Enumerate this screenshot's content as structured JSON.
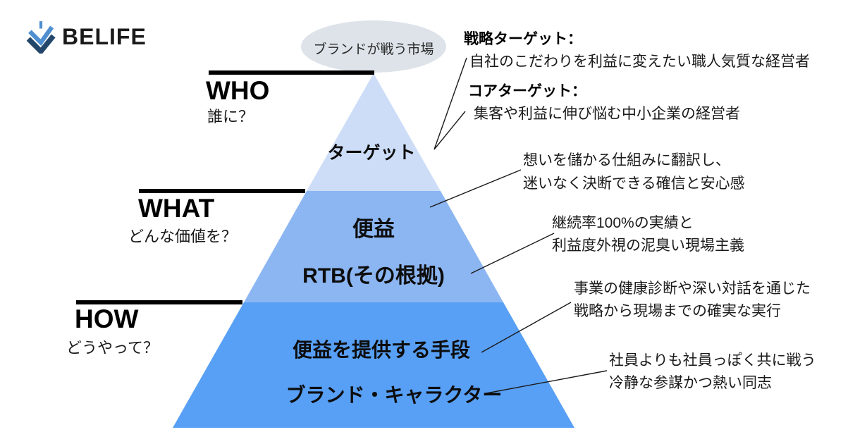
{
  "logo": {
    "text": "BELIFE"
  },
  "market": {
    "label": "ブランドが戦う市場"
  },
  "questions": {
    "who": {
      "en": "WHO",
      "ja": "誰に？"
    },
    "what": {
      "en": "WHAT",
      "ja": "どんな価値を？"
    },
    "how": {
      "en": "HOW",
      "ja": "どうやって？"
    }
  },
  "pyramid": {
    "target": "ターゲット",
    "benefit": "便益",
    "rtb": "RTB(その根拠)",
    "means": "便益を提供する手段",
    "character": "ブランド・キャラクター"
  },
  "annotations": {
    "strategic": {
      "title": "戦略ターゲット：",
      "body": "自社のこだわりを利益に変えたい職人気質な経営者"
    },
    "core": {
      "title": "コアターゲット：",
      "body": "集客や利益に伸び悩む中小企業の経営者"
    },
    "benefit": {
      "line1": "想いを儲かる仕組みに翻訳し、",
      "line2": "迷いなく決断できる確信と安心感"
    },
    "rtb": {
      "line1": "継続率100%の実績と",
      "line2": "利益度外視の泥臭い現場主義"
    },
    "means": {
      "line1": "事業の健康診断や深い対話を通じた",
      "line2": "戦略から現場までの確実な実行"
    },
    "character": {
      "line1": "社員よりも社員っぽく共に戦う",
      "line2": "冷静な参謀かつ熱い同志"
    }
  },
  "colors": {
    "tier_top": "#cdddf8",
    "tier_middle": "#8cb6f2",
    "tier_bottom": "#58a0f5",
    "ellipse": "#dde3e9",
    "logo_light": "#4f8fd0",
    "logo_dark": "#23466b"
  }
}
